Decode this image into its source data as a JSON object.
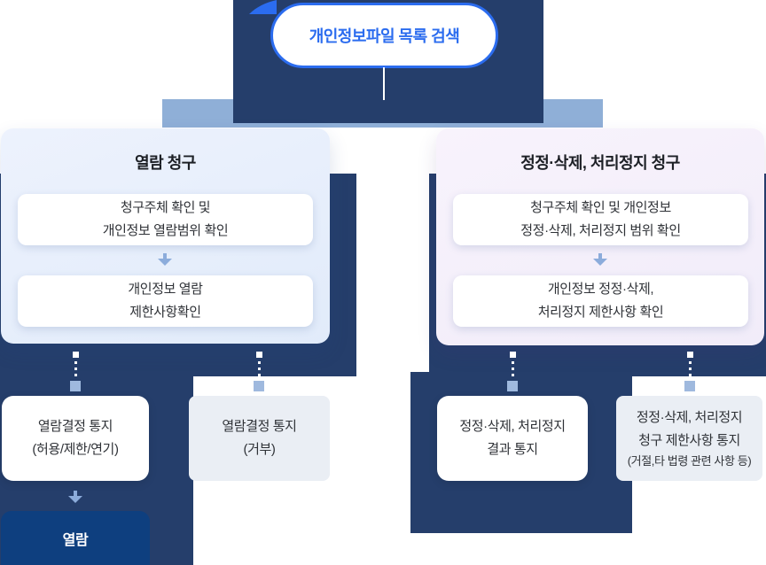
{
  "top": {
    "search_button": "개인정보파일 목록 검색"
  },
  "left_flow": {
    "title": "열람 청구",
    "step1": [
      "청구주체 확인 및",
      "개인정보 열람범위 확인"
    ],
    "step2": [
      "개인정보 열람",
      "제한사항확인"
    ],
    "result_allow": [
      "열람결정 통지",
      "(허용/제한/연기)"
    ],
    "result_deny": [
      "열람결정 통지",
      "(거부)"
    ],
    "final_label": "열람"
  },
  "right_flow": {
    "title": "정정·삭제, 처리정지 청구",
    "step1": [
      "청구주체 확인 및 개인정보",
      "정정·삭제, 처리정지 범위 확인"
    ],
    "step2": [
      "개인정보 정정·삭제,",
      "처리정지 제한사항 확인"
    ],
    "result_notice": [
      "정정·삭제, 처리정지",
      "결과 통지"
    ],
    "result_limit": [
      "정정·삭제, 처리정지",
      "청구 제한사항 통지",
      "(거절,타 법령 관련 사항 등)"
    ]
  },
  "colors": {
    "panel_navy": "#253E6B",
    "bright_blue": "#2B6CEF",
    "steel_bar_blue": "#8FAFD7",
    "arrow_blue": "#8CACDB",
    "dotted_arrow_head": "#9FB9DE",
    "final_box_blue": "#0E3F7F",
    "gray_box": "#EAEEF4",
    "left_card_bg": "#E8EFFB",
    "right_card_bg": "#F5F0FA"
  }
}
